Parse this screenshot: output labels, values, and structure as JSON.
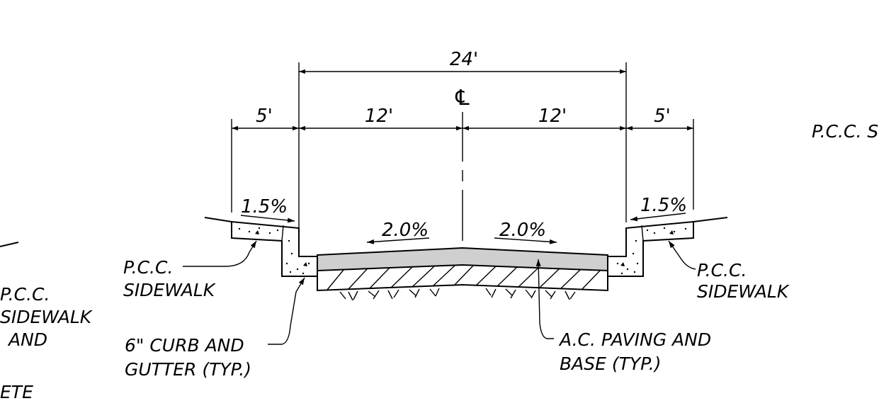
{
  "dimensions": {
    "total_width": "24'",
    "left_lane": "12'",
    "right_lane": "12'",
    "left_sidewalk": "5'",
    "right_sidewalk": "5'",
    "centerline_symbol": "℄"
  },
  "slopes": {
    "left_sidewalk": "1.5%",
    "right_sidewalk": "1.5%",
    "left_lane": "2.0%",
    "right_lane": "2.0%"
  },
  "labels": {
    "left_sidewalk": [
      "P.C.C.",
      "SIDEWALK"
    ],
    "right_sidewalk": [
      "P.C.C.",
      "SIDEWALK"
    ],
    "curb_gutter": [
      "6\" CURB AND",
      "GUTTER (TYP.)"
    ],
    "paving": [
      "A.C. PAVING AND",
      "BASE (TYP.)"
    ],
    "right_cutoff": "P.C.C. S",
    "left_cutoff": [
      "P.C.C.",
      "SIDEWALK",
      "AND",
      "ETE"
    ]
  },
  "colors": {
    "pavement_fill": "#cfcfcf",
    "line": "#000000"
  }
}
